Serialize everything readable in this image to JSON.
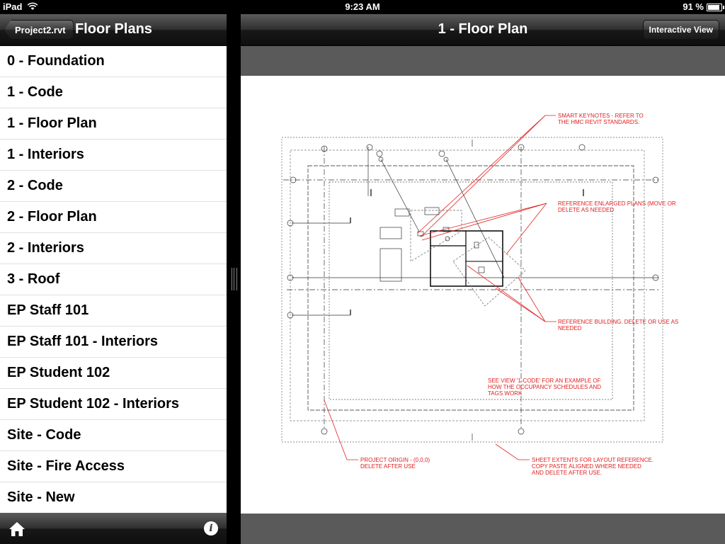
{
  "status_bar": {
    "device": "iPad",
    "time": "9:23 AM",
    "battery": "91 %"
  },
  "left_nav": {
    "back_label": "Project2.rvt",
    "title": "Floor Plans"
  },
  "views": [
    "0 - Foundation",
    "1 - Code",
    "1 - Floor Plan",
    "1 - Interiors",
    "2 - Code",
    "2 - Floor Plan",
    "2 - Interiors",
    "3 - Roof",
    "EP Staff 101",
    "EP Staff 101 - Interiors",
    "EP Student 102",
    "EP Student 102 - Interiors",
    "Site - Code",
    "Site - Fire Access",
    "Site - New"
  ],
  "right_nav": {
    "title": "1 - Floor Plan",
    "action_label": "Interactive View"
  },
  "drawing_notes": {
    "smart_keynotes": [
      "SMART KEYNOTES - REFER TO",
      "THE HMC REVIT STANDARDS."
    ],
    "enlarged_plans": [
      "REFERENCE ENLARGED PLANS (MOVE OR",
      "DELETE AS NEEDED"
    ],
    "reference_building": [
      "REFERENCE BUILDING. DELETE OR USE AS",
      "NEEDED"
    ],
    "see_view": [
      "SEE VIEW '1-CODE' FOR AN EXAMPLE OF",
      "HOW THE OCCUPANCY SCHEDULES AND",
      "TAGS WORK"
    ],
    "project_origin": [
      "PROJECT ORIGIN - (0,0,0)",
      "DELETE AFTER USE"
    ],
    "sheet_extents": [
      "SHEET EXTENTS FOR LAYOUT REFERENCE.",
      "COPY PASTE ALIGNED WHERE NEEDED",
      "AND DELETE AFTER USE."
    ]
  },
  "icons": {
    "home": "home-icon",
    "info": "info-icon",
    "wifi": "wifi-icon",
    "battery": "battery-icon"
  },
  "colors": {
    "annotation": "#e02020",
    "toolbar": "#1a1a1a"
  }
}
